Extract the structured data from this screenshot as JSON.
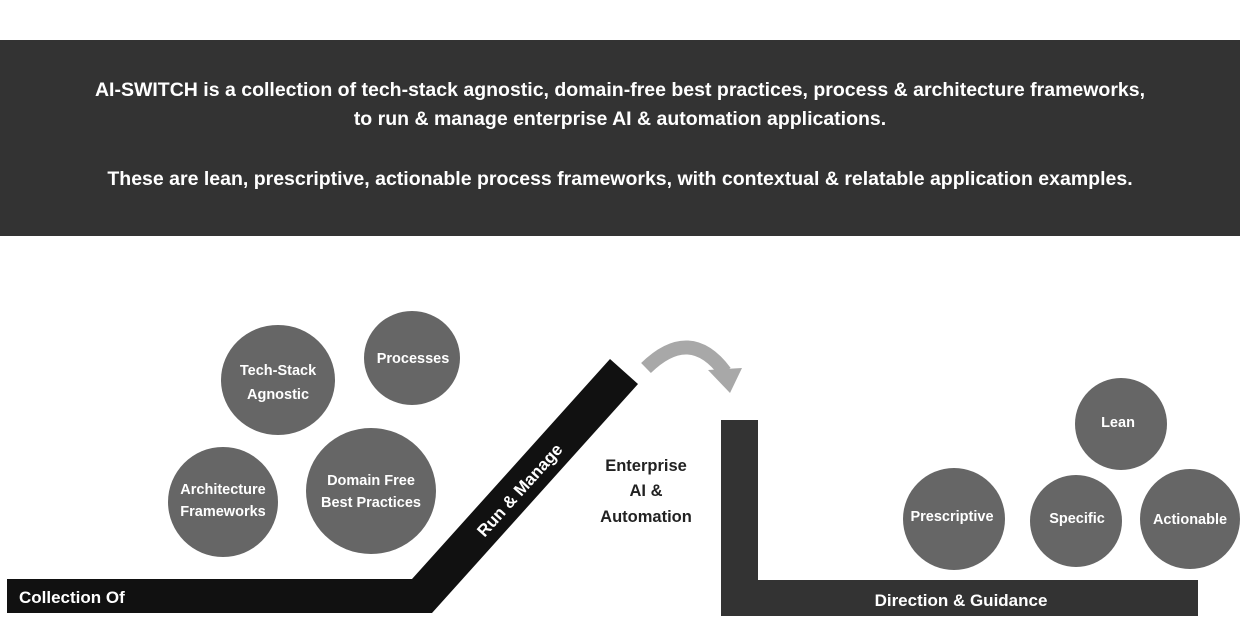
{
  "banner": {
    "line1": "AI-SWITCH is a collection of tech-stack agnostic, domain-free best practices, process & architecture frameworks,",
    "line2": "to run & manage enterprise AI & automation applications.",
    "line3": "These are lean, prescriptive, actionable process frameworks, with contextual & relatable application examples."
  },
  "left": {
    "bar_label": "Collection Of",
    "slope_label": "Run & Manage",
    "circles": [
      {
        "line1": "Tech-Stack",
        "line2": "Agnostic"
      },
      {
        "line1": "Processes"
      },
      {
        "line1": "Architecture",
        "line2": "Frameworks"
      },
      {
        "line1": "Domain Free",
        "line2": "Best Practices"
      }
    ]
  },
  "center": {
    "line1": "Enterprise",
    "line2": "AI &",
    "line3": "Automation"
  },
  "right": {
    "bar_label": "Direction & Guidance",
    "circles": [
      "Lean",
      "Prescriptive",
      "Specific",
      "Actionable"
    ]
  },
  "colors": {
    "banner": "#333333",
    "circle": "#666666",
    "left_bar": "#111111",
    "right_bar": "#333333",
    "arrow": "#a8a8a8"
  }
}
